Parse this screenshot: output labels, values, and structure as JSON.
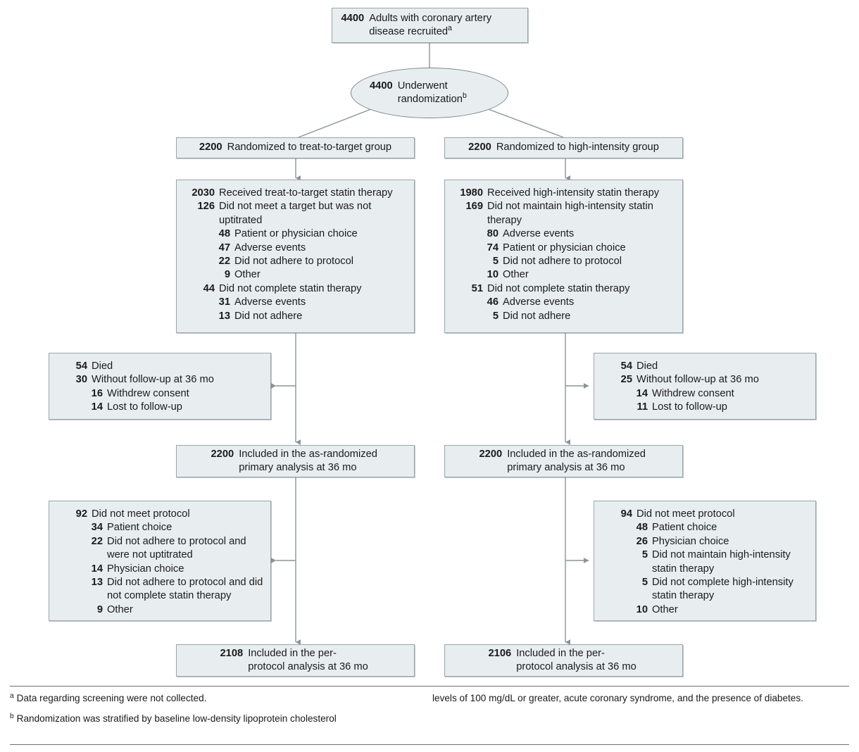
{
  "figure": {
    "type": "flow-diagram",
    "title": "CONSORT participant flow diagram"
  },
  "nodes": {
    "recruited": {
      "count": "4400",
      "text": "Adults with coronary artery disease recruited",
      "footnote_mark": "a"
    },
    "randomization": {
      "count": "4400",
      "text": "Underwent randomization",
      "footnote_mark": "b"
    },
    "left_group": {
      "count": "2200",
      "text": "Randomized to treat-to-target group"
    },
    "right_group": {
      "count": "2200",
      "text": "Randomized to high-intensity group"
    },
    "left_therapy": {
      "rows": [
        {
          "n": "2030",
          "t": "Received treat-to-target statin therapy",
          "level": 0
        },
        {
          "n": "126",
          "t": "Did not meet a target but was not uptitrated",
          "level": 0
        },
        {
          "n": "48",
          "t": "Patient or physician choice",
          "level": 1
        },
        {
          "n": "47",
          "t": "Adverse events",
          "level": 1
        },
        {
          "n": "22",
          "t": "Did not adhere to protocol",
          "level": 1
        },
        {
          "n": "9",
          "t": "Other",
          "level": 1
        },
        {
          "n": "44",
          "t": "Did not complete statin therapy",
          "level": 0
        },
        {
          "n": "31",
          "t": "Adverse events",
          "level": 1
        },
        {
          "n": "13",
          "t": "Did not adhere",
          "level": 1
        }
      ]
    },
    "right_therapy": {
      "rows": [
        {
          "n": "1980",
          "t": "Received high-intensity statin therapy",
          "level": 0
        },
        {
          "n": "169",
          "t": "Did not maintain high-intensity statin therapy",
          "level": 0
        },
        {
          "n": "80",
          "t": "Adverse events",
          "level": 1
        },
        {
          "n": "74",
          "t": "Patient or physician choice",
          "level": 1
        },
        {
          "n": "5",
          "t": "Did not adhere to protocol",
          "level": 1
        },
        {
          "n": "10",
          "t": "Other",
          "level": 1
        },
        {
          "n": "51",
          "t": "Did not complete statin therapy",
          "level": 0
        },
        {
          "n": "46",
          "t": "Adverse events",
          "level": 1
        },
        {
          "n": "5",
          "t": "Did not adhere",
          "level": 1
        }
      ]
    },
    "left_lost": {
      "rows": [
        {
          "n": "54",
          "t": "Died",
          "level": 0
        },
        {
          "n": "30",
          "t": "Without follow-up at 36 mo",
          "level": 0
        },
        {
          "n": "16",
          "t": "Withdrew consent",
          "level": 1
        },
        {
          "n": "14",
          "t": "Lost to follow-up",
          "level": 1
        }
      ]
    },
    "right_lost": {
      "rows": [
        {
          "n": "54",
          "t": "Died",
          "level": 0
        },
        {
          "n": "25",
          "t": "Without follow-up at 36 mo",
          "level": 0
        },
        {
          "n": "14",
          "t": "Withdrew consent",
          "level": 1
        },
        {
          "n": "11",
          "t": "Lost to follow-up",
          "level": 1
        }
      ]
    },
    "left_primary": {
      "count": "2200",
      "text": "Included in the as-randomized primary analysis at 36 mo"
    },
    "right_primary": {
      "count": "2200",
      "text": "Included in the as-randomized primary analysis at 36 mo"
    },
    "left_protocol": {
      "rows": [
        {
          "n": "92",
          "t": "Did not meet protocol",
          "level": 0
        },
        {
          "n": "34",
          "t": "Patient choice",
          "level": 1
        },
        {
          "n": "22",
          "t": "Did not adhere to protocol and were not uptitrated",
          "level": 1
        },
        {
          "n": "14",
          "t": "Physician choice",
          "level": 1
        },
        {
          "n": "13",
          "t": "Did not adhere to protocol and did not complete statin therapy",
          "level": 1
        },
        {
          "n": "9",
          "t": "Other",
          "level": 1
        }
      ]
    },
    "right_protocol": {
      "rows": [
        {
          "n": "94",
          "t": "Did not meet protocol",
          "level": 0
        },
        {
          "n": "48",
          "t": "Patient choice",
          "level": 1
        },
        {
          "n": "26",
          "t": "Physician choice",
          "level": 1
        },
        {
          "n": "5",
          "t": "Did not maintain high-intensity statin therapy",
          "level": 1
        },
        {
          "n": "5",
          "t": "Did not complete high-intensity statin therapy",
          "level": 1
        },
        {
          "n": "10",
          "t": "Other",
          "level": 1
        }
      ]
    },
    "left_perprotocol": {
      "count": "2108",
      "text": "Included in the per-protocol analysis at 36 mo"
    },
    "right_perprotocol": {
      "count": "2106",
      "text": "Included in the per-protocol analysis at 36 mo"
    }
  },
  "footnotes": [
    {
      "mark": "a",
      "text": "Data regarding screening were not collected."
    },
    {
      "mark": "b",
      "text": "Randomization was stratified by baseline low-density lipoprotein cholesterol",
      "continuation": "levels of 100 mg/dL or greater, acute coronary syndrome, and the presence of diabetes."
    }
  ],
  "colors": {
    "box_fill": "#e8eef0",
    "box_border": "#9aa4aa",
    "line": "#8b9398",
    "text": "#1a1a1a",
    "rule": "#6e6e6e"
  }
}
